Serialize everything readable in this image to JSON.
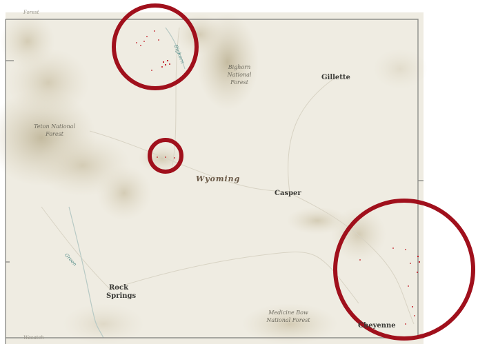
{
  "map": {
    "state_name": "Wyoming",
    "cities": [
      {
        "id": "gillette",
        "name": "Gillette"
      },
      {
        "id": "casper",
        "name": "Casper"
      },
      {
        "id": "rock-springs",
        "name": "Rock\nSprings"
      },
      {
        "id": "cheyenne",
        "name": "Cheyenne"
      }
    ],
    "forests": [
      {
        "id": "bighorn",
        "name": "Bighorn\nNational\nForest"
      },
      {
        "id": "teton",
        "name": "Teton National\nForest"
      },
      {
        "id": "medicine-bow",
        "name": "Medicine Bow\nNational Forest"
      }
    ],
    "rivers": [
      {
        "id": "bighorn-river",
        "name": "Bighorn"
      },
      {
        "id": "green-river",
        "name": "Green"
      }
    ],
    "edge_labels": [
      {
        "id": "forest-top",
        "name": "Forest"
      },
      {
        "id": "wasatch",
        "name": "Wasatch"
      }
    ],
    "colors": {
      "land": "#efece2",
      "border": "#8e8e8a",
      "highlight": "#a0101c",
      "point": "#c0141e",
      "water_text": "#4f8a86"
    }
  }
}
